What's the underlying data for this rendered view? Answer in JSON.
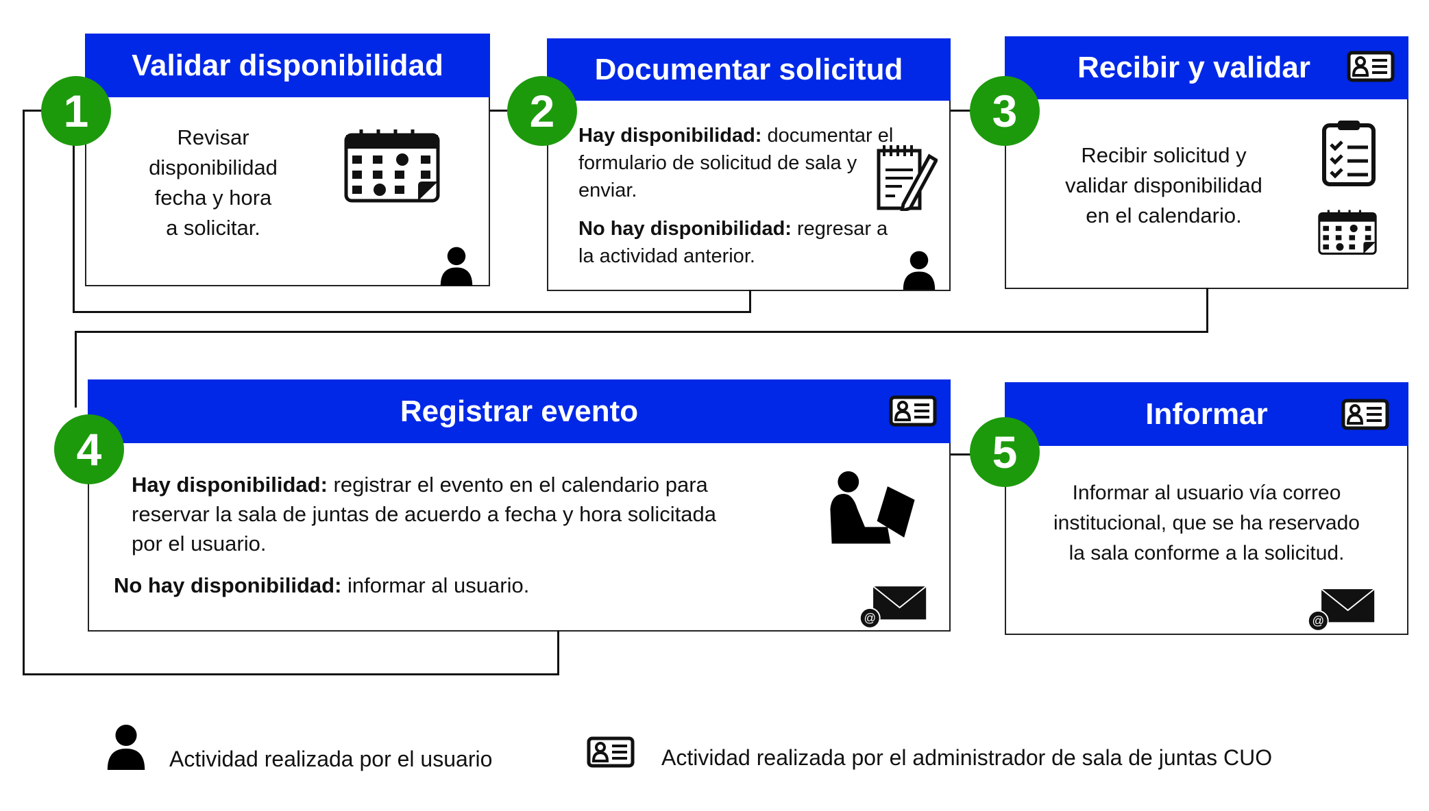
{
  "steps": [
    {
      "num": "1",
      "title": "Validar disponibilidad",
      "lines": [
        "Revisar",
        "disponibilidad",
        "fecha y hora",
        "a solicitar."
      ],
      "actor": "user"
    },
    {
      "num": "2",
      "title": "Documentar solicitud",
      "yes_label": "Hay disponibilidad:",
      "yes_text": " documentar el formulario de solicitud de sala y enviar.",
      "no_label": "No hay disponibilidad:",
      "no_text": " regresar a la actividad anterior.",
      "actor": "user"
    },
    {
      "num": "3",
      "title": "Recibir y validar",
      "lines": [
        "Recibir solicitud y",
        "validar disponibilidad",
        "en el calendario."
      ],
      "actor": "admin"
    },
    {
      "num": "4",
      "title": "Registrar evento",
      "yes_label": "Hay disponibilidad:",
      "yes_text": " registrar el evento en el calendario para reservar la sala de juntas de acuerdo a fecha y hora solicitada por el usuario.",
      "no_label": "No hay disponibilidad:",
      "no_text": " informar al usuario.",
      "actor": "admin"
    },
    {
      "num": "5",
      "title": "Informar",
      "lines": [
        "Informar al usuario vía correo",
        "institucional,  que se ha reservado",
        "la sala conforme a la solicitud."
      ],
      "actor": "admin"
    }
  ],
  "legend": {
    "user": "Actividad realizada por el usuario",
    "admin": "Actividad realizada por el administrador de sala de juntas CUO"
  },
  "colors": {
    "header": "#0028e6",
    "step": "#1d9a0c"
  }
}
